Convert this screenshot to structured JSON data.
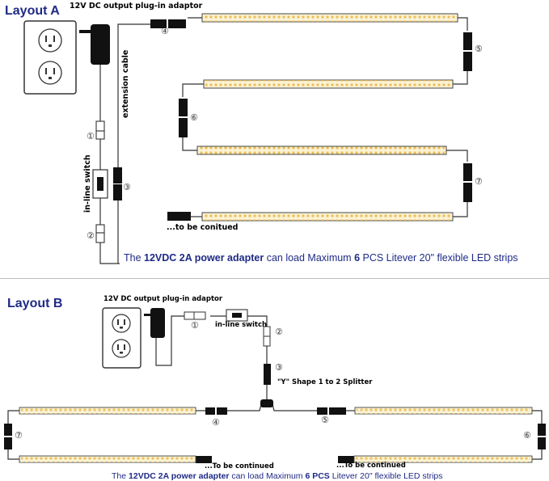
{
  "layout_a": {
    "title": "Layout A",
    "adapter_label": "12V DC output plug-in adaptor",
    "extension_label": "extension cable",
    "switch_label": "in-line switch",
    "continued_label": "...to be conitued",
    "connectors": [
      "①",
      "②",
      "③",
      "④",
      "⑤",
      "⑥",
      "⑦"
    ],
    "caption": {
      "p1": "The ",
      "b1": "12VDC 2A power adapter",
      "p2": " can load Maximum ",
      "b2": "6",
      "p3": " PCS Litever 20\" flexible LED strips"
    }
  },
  "layout_b": {
    "title": "Layout B",
    "adapter_label": "12V DC output plug-in adaptor",
    "switch_label": "in-line switch",
    "splitter_label": "\"Y\" Shape 1 to 2 Splitter",
    "continued_left": "...To be continued",
    "continued_right": "...To be continued",
    "connectors": [
      "①",
      "②",
      "③",
      "④",
      "⑤",
      "⑥",
      "⑦"
    ],
    "caption": {
      "p1": "The ",
      "b1": "12VDC 2A power adapter",
      "p2": " can load Maximum ",
      "b2": "6 PCS",
      "p3": " Litever 20\" flexible LED strips"
    }
  },
  "colors": {
    "title": "#1f2a86",
    "strip_fill": "#fbf3d6",
    "led": "#e9b84a",
    "wire": "#333333",
    "connector": "#111111"
  }
}
